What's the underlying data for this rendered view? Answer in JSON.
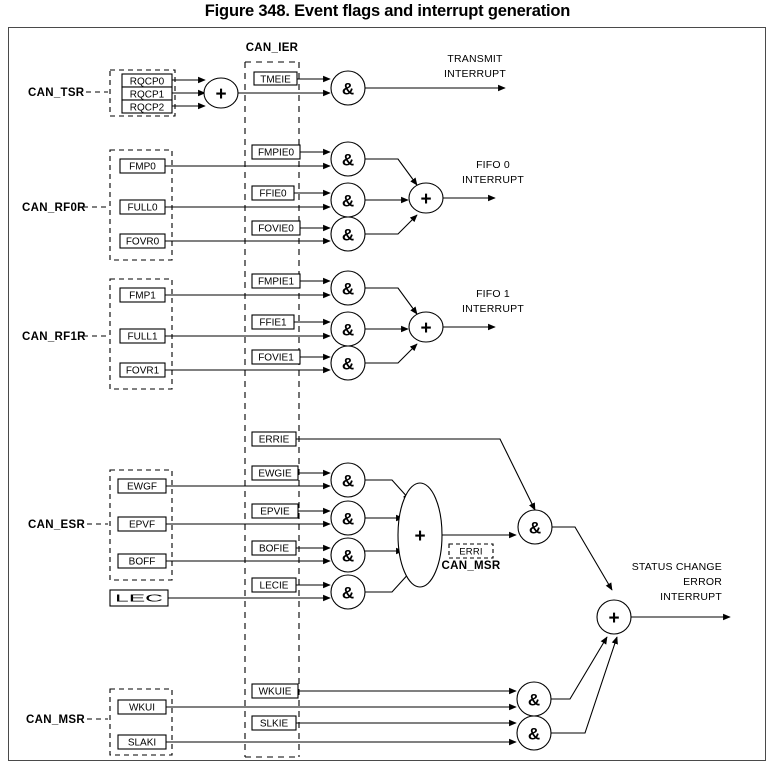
{
  "figure": {
    "title": "Figure 348. Event flags and interrupt generation",
    "number": "348"
  },
  "columns": {
    "ier_label": "CAN_IER",
    "msr_label": "CAN_MSR",
    "erri_label": "ERRI"
  },
  "registers": {
    "tsr": "CAN_TSR",
    "rf0r": "CAN_RF0R",
    "rf1r": "CAN_RF1R",
    "esr": "CAN_ESR",
    "msr": "CAN_MSR"
  },
  "flags": {
    "rqcp0": "RQCP0",
    "rqcp1": "RQCP1",
    "rqcp2": "RQCP2",
    "fmp0": "FMP0",
    "full0": "FULL0",
    "fovr0": "FOVR0",
    "fmp1": "FMP1",
    "full1": "FULL1",
    "fovr1": "FOVR1",
    "ewgf": "EWGF",
    "epvf": "EPVF",
    "boff": "BOFF",
    "lec": "LEC",
    "wkui": "WKUI",
    "slaki": "SLAKI"
  },
  "enables": {
    "tmeie": "TMEIE",
    "fmpie0": "FMPIE0",
    "ffie0": "FFIE0",
    "fovie0": "FOVIE0",
    "fmpie1": "FMPIE1",
    "ffie1": "FFIE1",
    "fovie1": "FOVIE1",
    "errie": "ERRIE",
    "ewgie": "EWGIE",
    "epvie": "EPVIE",
    "bofie": "BOFIE",
    "lecie": "LECIE",
    "wkuie": "WKUIE",
    "slkie": "SLKIE"
  },
  "gates": {
    "and_symbol": "&",
    "or_symbol": "+"
  },
  "outputs": {
    "transmit": [
      "TRANSMIT",
      "INTERRUPT"
    ],
    "fifo0": [
      "FIFO 0",
      "INTERRUPT"
    ],
    "fifo1": [
      "FIFO 1",
      "INTERRUPT"
    ],
    "status": [
      "STATUS CHANGE",
      "ERROR",
      "INTERRUPT"
    ]
  },
  "colors": {
    "line": "#000000",
    "frame": "#4a4a4a",
    "background": "#ffffff"
  }
}
